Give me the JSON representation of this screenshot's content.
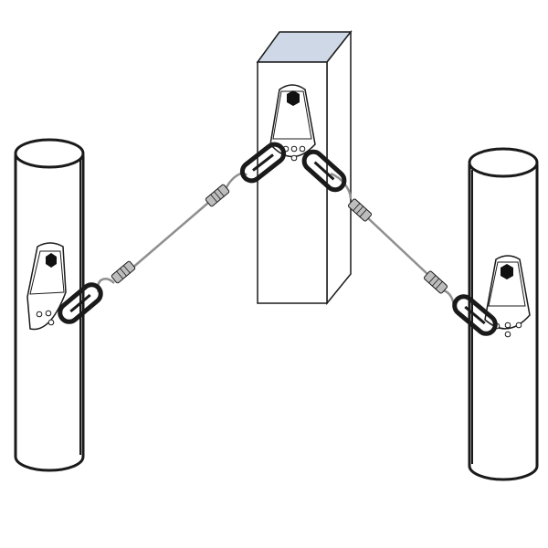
{
  "colors": {
    "background": "#ffffff",
    "outline": "#1a1a1a",
    "post_top": "#cfd8e6",
    "cable": "#8f8f8f",
    "ferrule_fill": "#bdbdbd",
    "bolt": "#111111"
  },
  "components": {
    "left_post": "cylindrical-post",
    "center_post": "square-post",
    "right_post": "cylindrical-post",
    "anchor_brackets": "anchor-bracket",
    "connectors": "carabiner",
    "lines": "wire-rope-lanyard",
    "fittings": "swaged-ferrule",
    "fasteners": "hex-bolt-icon"
  }
}
